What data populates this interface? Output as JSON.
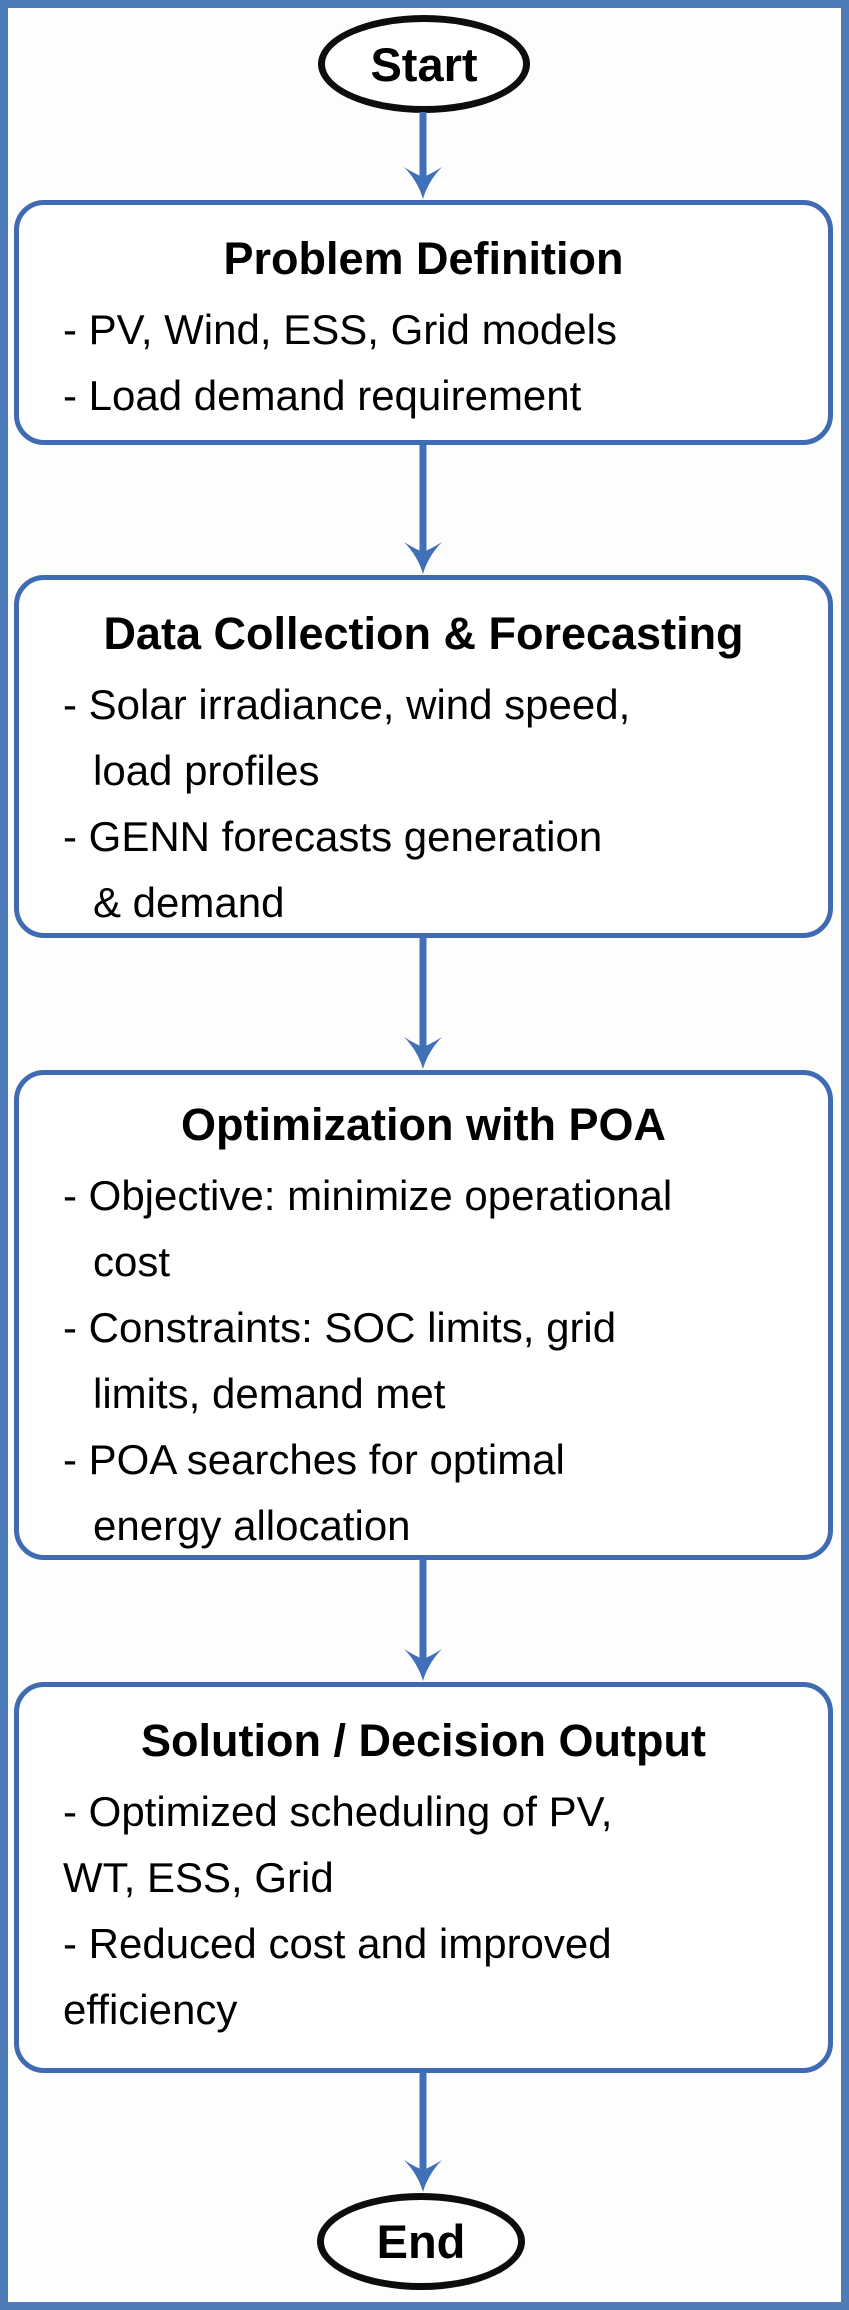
{
  "flow": {
    "start_label": "Start",
    "end_label": "End",
    "boxes": [
      {
        "title": "Problem Definition",
        "lines": [
          "- PV, Wind, ESS, Grid models",
          "- Load demand requirement"
        ]
      },
      {
        "title": "Data Collection & Forecasting",
        "lines": [
          "- Solar irradiance, wind speed,",
          "load profiles",
          "- GENN forecasts generation",
          "& demand"
        ]
      },
      {
        "title": "Optimization with POA",
        "lines": [
          "- Objective: minimize operational",
          "cost",
          "- Constraints: SOC limits, grid",
          "limits, demand met",
          "- POA searches for optimal",
          "energy allocation"
        ]
      },
      {
        "title": "Solution / Decision Output",
        "lines": [
          "- Optimized scheduling of PV,",
          "WT, ESS, Grid",
          "- Reduced cost and improved",
          "efficiency"
        ]
      }
    ],
    "colors": {
      "frame_blue": "#4e7cbb",
      "node_border_blue": "#3f6bb3",
      "arrow_blue": "#4070b8",
      "terminator_black": "#0d0d0d",
      "background": "#ffffff"
    }
  }
}
